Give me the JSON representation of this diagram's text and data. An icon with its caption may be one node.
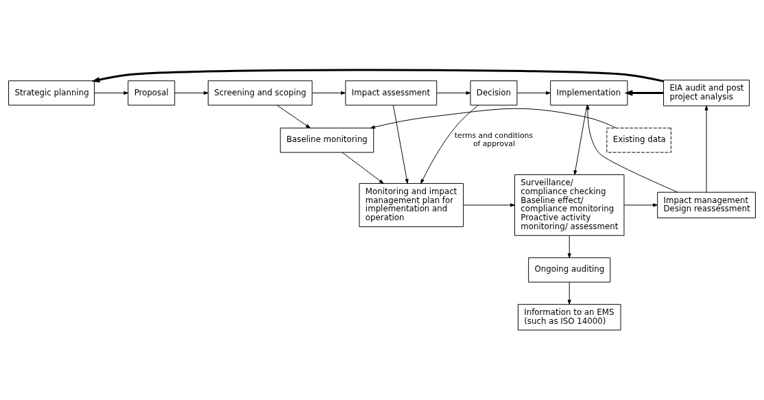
{
  "diagram": {
    "nodes": [
      {
        "text": [
          "Strategic planning"
        ]
      },
      {
        "text": [
          "Proposal"
        ]
      },
      {
        "text": [
          "Screening and scoping"
        ]
      },
      {
        "text": [
          "Impact assessment"
        ]
      },
      {
        "text": [
          "Decision"
        ]
      },
      {
        "text": [
          "Implementation"
        ]
      },
      {
        "text": [
          "EIA audit and post project analysis"
        ]
      },
      {
        "text": [
          "Existing data"
        ]
      },
      {
        "text": [
          "Baseline monitoring"
        ]
      },
      {
        "text": [
          "Monitoring and impact management plan for implementation and operation"
        ]
      },
      {
        "text": [
          "Surveillance/ compliance checking",
          "Baseline effect/ compliance monitoring",
          "Proactive activity monitoring/ assessment"
        ]
      },
      {
        "text": [
          "Impact management",
          "Design reassessment"
        ]
      },
      {
        "text": [
          "Ongoing auditing"
        ]
      },
      {
        "text": [
          "Information to an EMS (such as ISO 14000)"
        ]
      }
    ],
    "edges": [
      {
        "from": 0,
        "to": 1,
        "arrow": "to"
      },
      {
        "from": 1,
        "to": 2,
        "arrow": "to"
      },
      {
        "from": 2,
        "to": 3,
        "arrow": "to"
      },
      {
        "from": 3,
        "to": 4,
        "arrow": "to"
      },
      {
        "from": 4,
        "to": 5,
        "arrow": "to"
      },
      {
        "from": 2,
        "to": 8,
        "arrow": "to"
      },
      {
        "from": 7,
        "to": 8,
        "arrow": "to"
      },
      {
        "from": 3,
        "to": 9,
        "arrow": "to"
      },
      {
        "from": 4,
        "to": 9,
        "arrow": "to",
        "label": "terms and conditions of approval"
      },
      {
        "from": 8,
        "to": 9,
        "arrow": "to"
      },
      {
        "from": 5,
        "to": 10,
        "arrow": "to"
      },
      {
        "from": 9,
        "to": 10,
        "arrow": "to"
      },
      {
        "from": 10,
        "to": 11,
        "arrow": "to"
      },
      {
        "from": 10,
        "to": 12,
        "arrow": "to"
      },
      {
        "from": 12,
        "to": 13,
        "arrow": "to"
      },
      {
        "from": 11,
        "to": 5,
        "arrow": "to"
      },
      {
        "from": 11,
        "to": 6,
        "arrow": "to"
      },
      {
        "from": 6,
        "to": 0,
        "arrow": "to",
        "style": "thick"
      },
      {
        "from": 6,
        "to": 5,
        "arrow": "to",
        "style": "thick"
      }
    ]
  }
}
